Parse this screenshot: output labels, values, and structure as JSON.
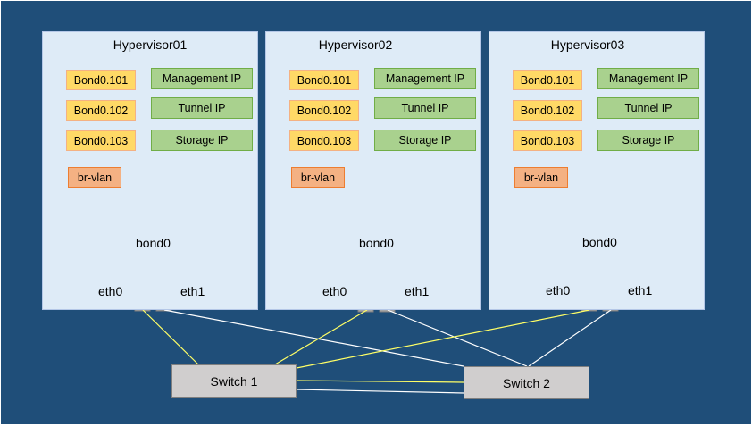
{
  "hypervisors": [
    {
      "title": "Hypervisor01",
      "vlans": [
        {
          "bond": "Bond0.101",
          "ip": "Management IP"
        },
        {
          "bond": "Bond0.102",
          "ip": "Tunnel IP"
        },
        {
          "bond": "Bond0.103",
          "ip": "Storage IP"
        }
      ],
      "bridge": "br-vlan",
      "bond_label": "bond0",
      "nic_left": "eth0",
      "nic_right": "eth1"
    },
    {
      "title": "Hypervisor02",
      "vlans": [
        {
          "bond": "Bond0.101",
          "ip": "Management IP"
        },
        {
          "bond": "Bond0.102",
          "ip": "Tunnel IP"
        },
        {
          "bond": "Bond0.103",
          "ip": "Storage IP"
        }
      ],
      "bridge": "br-vlan",
      "bond_label": "bond0",
      "nic_left": "eth0",
      "nic_right": "eth1"
    },
    {
      "title": "Hypervisor03",
      "vlans": [
        {
          "bond": "Bond0.101",
          "ip": "Management IP"
        },
        {
          "bond": "Bond0.102",
          "ip": "Tunnel IP"
        },
        {
          "bond": "Bond0.103",
          "ip": "Storage IP"
        }
      ],
      "bridge": "br-vlan",
      "bond_label": "bond0",
      "nic_left": "eth0",
      "nic_right": "eth1"
    }
  ],
  "switches": [
    "Switch 1",
    "Switch 2"
  ],
  "colors": {
    "background": "#1f4e79",
    "panel": "#deebf7",
    "bond_fill": "#ffd966",
    "ip_fill": "#a9d18e",
    "bridge_fill": "#f4b183",
    "switch_fill": "#d0cece",
    "bond_bar": "#4472c4",
    "nic_fill": "#a6a6a6",
    "link_switch1": "#ffff66",
    "link_switch2": "#ffffff"
  }
}
